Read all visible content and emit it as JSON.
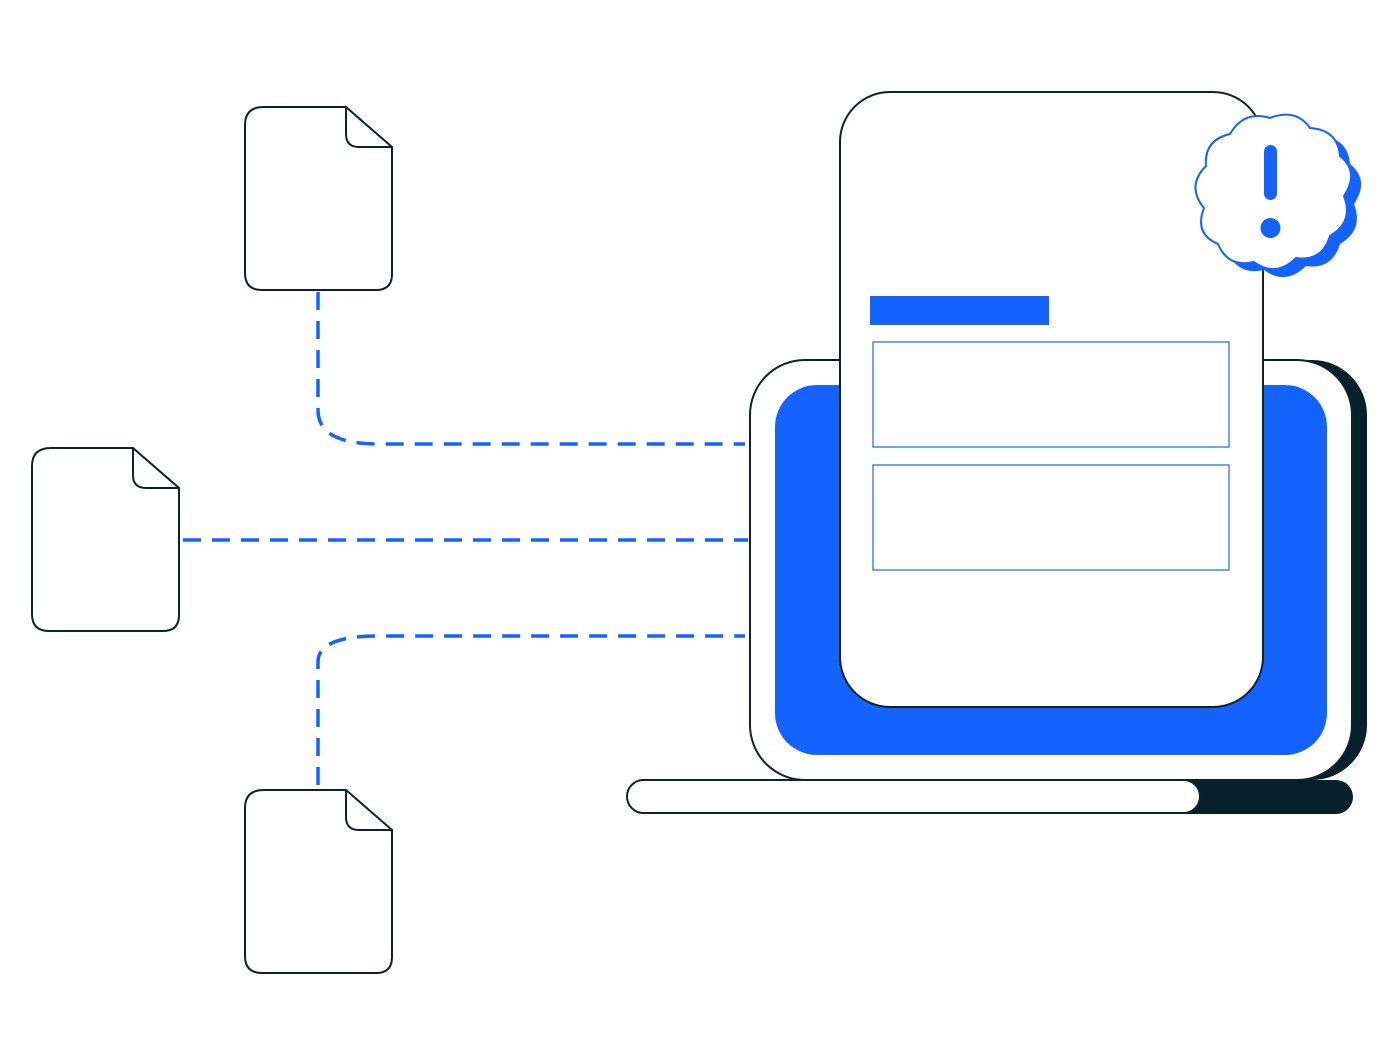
{
  "illustration": {
    "description_free": true,
    "documents": [
      {
        "id": "top",
        "icon": "document-icon"
      },
      {
        "id": "middle",
        "icon": "document-icon"
      },
      {
        "id": "bottom",
        "icon": "document-icon"
      }
    ],
    "badge": {
      "icon": "alert-badge-icon",
      "glyph": "!"
    },
    "colors": {
      "accent": "#1463FF",
      "outline": "#0B2230",
      "dark": "#06202C",
      "background": "#FFFFFF"
    }
  }
}
